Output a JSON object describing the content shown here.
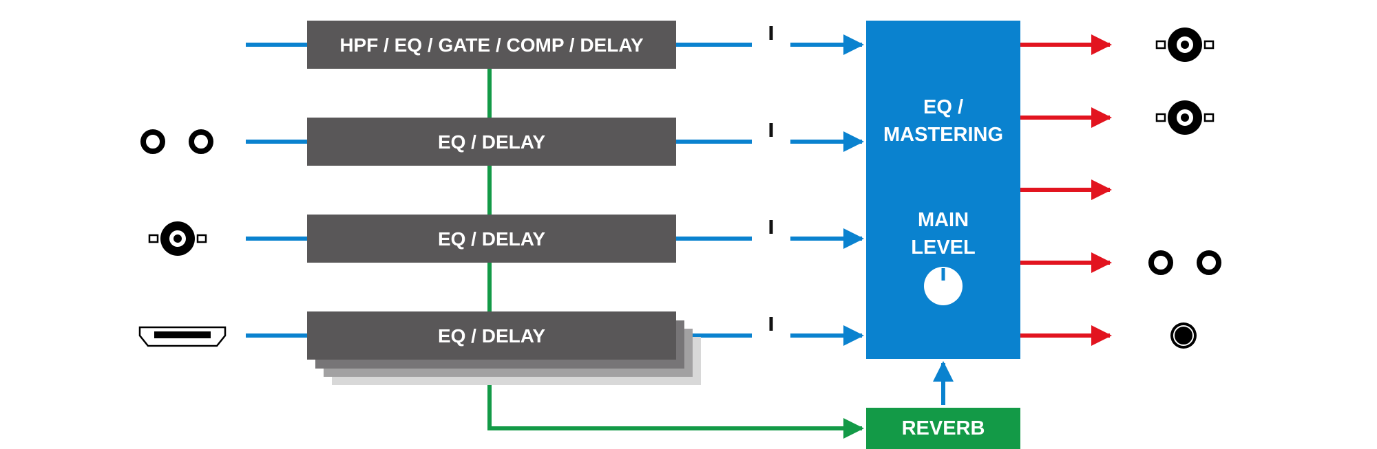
{
  "processors": [
    {
      "label": "HPF / EQ / GATE / COMP / DELAY"
    },
    {
      "label": "EQ / DELAY"
    },
    {
      "label": "EQ / DELAY"
    },
    {
      "label": "EQ / DELAY"
    }
  ],
  "master": {
    "line1": "EQ /",
    "line2": "MASTERING",
    "level_line1": "MAIN",
    "level_line2": "LEVEL"
  },
  "reverb": {
    "label": "REVERB"
  },
  "inputs": [
    {
      "icon": "none"
    },
    {
      "icon": "rca-pair-icon"
    },
    {
      "icon": "bnc-connector-icon"
    },
    {
      "icon": "hdmi-port-icon"
    }
  ],
  "outputs": [
    {
      "icon": "bnc-connector-icon"
    },
    {
      "icon": "bnc-connector-icon"
    },
    {
      "icon": "none"
    },
    {
      "icon": "rca-pair-icon"
    },
    {
      "icon": "headphone-jack-icon"
    }
  ],
  "colors": {
    "signal_line": "#0a82cf",
    "send_line": "#139a47",
    "output_arrow": "#e2141f",
    "processor_fill": "#595758",
    "master_fill": "#0a82cf",
    "reverb_fill": "#139a47"
  }
}
